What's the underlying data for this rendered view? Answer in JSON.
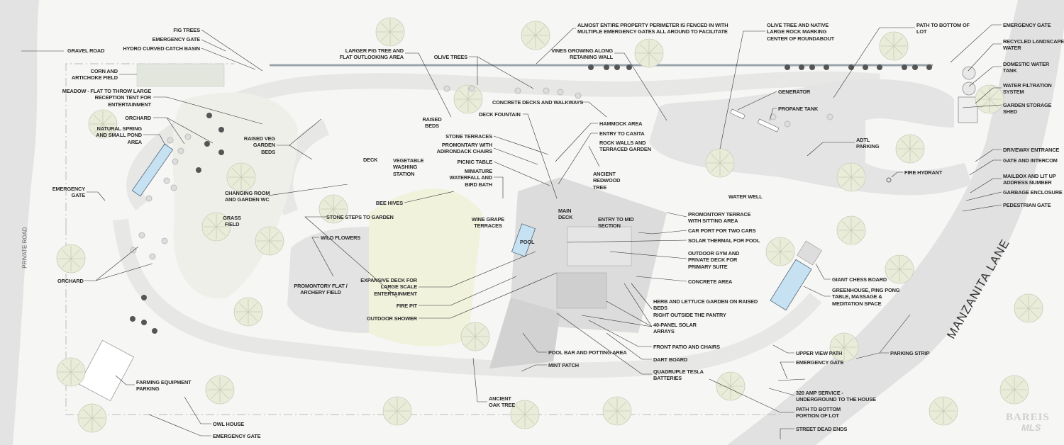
{
  "title": "Site plan",
  "colors": {
    "background": "#f6f6f5",
    "road": "#e0e0e0",
    "path": "#e9e9e8",
    "tree_fill": "#e9ecd9",
    "water": "#c6e2f2",
    "text": "#2a2a2a"
  },
  "roads": {
    "private_road": "PRIVATE ROAD",
    "manzanita_lane": "MANZANITA LANE"
  },
  "logo": {
    "line1": "BAREIS",
    "line2": "MLS"
  },
  "labels": {
    "gravel_road": "GRAVEL ROAD",
    "fig_trees": "FIG TREES",
    "emergency_gate_nw": "EMERGENCY GATE",
    "hydro_basin": "HYDRO CURVED CATCH BASIN",
    "corn_field": "CORN AND\nARTICHOKE FIELD",
    "meadow": "MEADOW - FLAT TO THROW LARGE\nRECEPTION TENT FOR\nENTERTAINMENT",
    "orchard_n": "ORCHARD",
    "spring_pond": "NATURAL SPRING\nAND SMALL POND\nAREA",
    "emergency_gate_w": "EMERGENCY\nGATE",
    "raised_veg": "RAISED  VEG\nGARDEN\nBEDS",
    "changing_room": "CHANGING ROOM\nAND GARDEN WC",
    "grass_field": "GRASS\nFIELD",
    "stone_steps": "STONE STEPS TO GARDEN",
    "larger_fig": "LARGER FIG TREE AND\nFLAT OUTLOOKING AREA",
    "olive_trees": "OLIVE TREES",
    "perimeter": "ALMOST ENTIRE PROPERTY PERIMETER IS FENCED IN WITH\nMULTIPLE EMERGENCY GATES ALL AROUND TO FACILITATE",
    "vines": "VINES GROWING ALONG\nRETAINING WALL",
    "concrete_decks": "CONCRETE DECKS AND WALKWAYS",
    "deck_fountain": "DECK FOUNTAIN",
    "raised_beds": "RAISED\nBEDS",
    "hammock": "HAMMOCK AREA",
    "entry_casita": "ENTRY TO CASITA",
    "rock_walls": "ROCK WALLS AND\nTERRACED GARDEN",
    "stone_terraces": "STONE TERRACES",
    "promontary_chairs": "PROMONTARY WITH\nADIRONDACK CHAIRS",
    "deck": "DECK",
    "veg_washing": "VEGETABLE\nWASHING\nSTATION",
    "picnic_table": "PICNIC TABLE",
    "waterfall": "MINIATURE\nWATERFALL AND\nBIRD BATH",
    "redwood": "ANCIENT\nREDWOOD\nTREE",
    "bee_hives": "BEE HIVES",
    "main_deck": "MAIN\nDECK",
    "entry_mid": "ENTRY TO MID\nSECTION",
    "wine_grape": "WINE GRAPE\nTERRACES",
    "promontory_terrace": "PROMONTORY TERRACE\nWITH SITTING AREA",
    "olive_rock": "OLIVE TREE AND NATIVE\nLARGE ROCK MARKING\nCENTER OF ROUNDABOUT",
    "path_bottom_lot": "PATH TO BOTTOM OF\nLOT",
    "emergency_gate_ne": "EMERGENCY GATE",
    "recycled_water": "RECYCLED LANDSCAPE\nWATER",
    "domestic_tank": "DOMESTIC WATER\nTANK",
    "filtration": "WATER FILTRATION\nSYSTEM",
    "storage_shed": "GARDEN STORAGE SHED",
    "generator": "GENERATOR",
    "propane": "PROPANE TANK",
    "adtl_parking": "ADTL\nPARKING",
    "fire_hydrant": "FIRE HYDRANT",
    "water_well": "WATER WELL",
    "driveway_entrance": "DRIVEWAY ENTRANCE",
    "gate_intercom": "GATE AND INTERCOM",
    "mailbox": "MAILBOX AND LIT UP\nADDRESS NUMBER",
    "garbage": "GARBAGE ENCLOSURE",
    "pedestrian_gate": "PEDESTRIAN GATE",
    "orchard_s": "ORCHARD",
    "archery": "PROMONTORY FLAT /\nARCHERY FIELD",
    "wild_flowers": "WILD FLOWERS",
    "farming_parking": "FARMING EQUIPMENT\nPARKING",
    "owl_house": "OWL HOUSE",
    "emergency_gate_s": "EMERGENCY GATE",
    "expansive_deck": "EXPANSIVE DECK FOR\nLARGE SCALE\nENTERTAINMENT",
    "fire_pit": "FIRE PIT",
    "outdoor_shower": "OUTDOOR SHOWER",
    "pool": "POOL",
    "pool_bar": "POOL BAR AND POTTING AREA",
    "mint_patch": "MINT PATCH",
    "oak_tree": "ANCIENT\nOAK TREE",
    "car_port": "CAR PORT FOR TWO CARS",
    "solar_thermal": "SOLAR THERMAL FOR POOL",
    "outdoor_gym": "OUTDOOR GYM AND\nPRIVATE DECK FOR\nPRIMARY SUITE",
    "concrete_area": "CONCRETE AREA",
    "herb_garden": "HERB AND LETTUCE GARDEN ON RAISED\nBEDS\nRIGHT OUTSIDE THE PANTRY",
    "solar_arrays": "40-PANEL SOLAR\nARRAYS",
    "front_patio": "FRONT PATIO AND CHAIRS",
    "dart_board": "DART BOARD",
    "tesla": "QUADRUPLE TESLA\nBATTERIES",
    "chess": "GIANT CHESS BOARD",
    "greenhouse": "GREENHOUSE, PING PONG\nTABLE, MASSAGE &\nMEDITATION SPACE",
    "upper_view": "UPPER VIEW PATH",
    "parking_strip": "PARKING STRIP",
    "emergency_gate_se": "EMERGENCY GATE",
    "amp_service": "320 AMP SERVICE -\nUNDERGROUND TO THE HOUSE",
    "path_bottom_portion": "PATH TO BOTTOM\nPORTION OF LOT",
    "street_dead_ends": "STREET DEAD ENDS"
  }
}
